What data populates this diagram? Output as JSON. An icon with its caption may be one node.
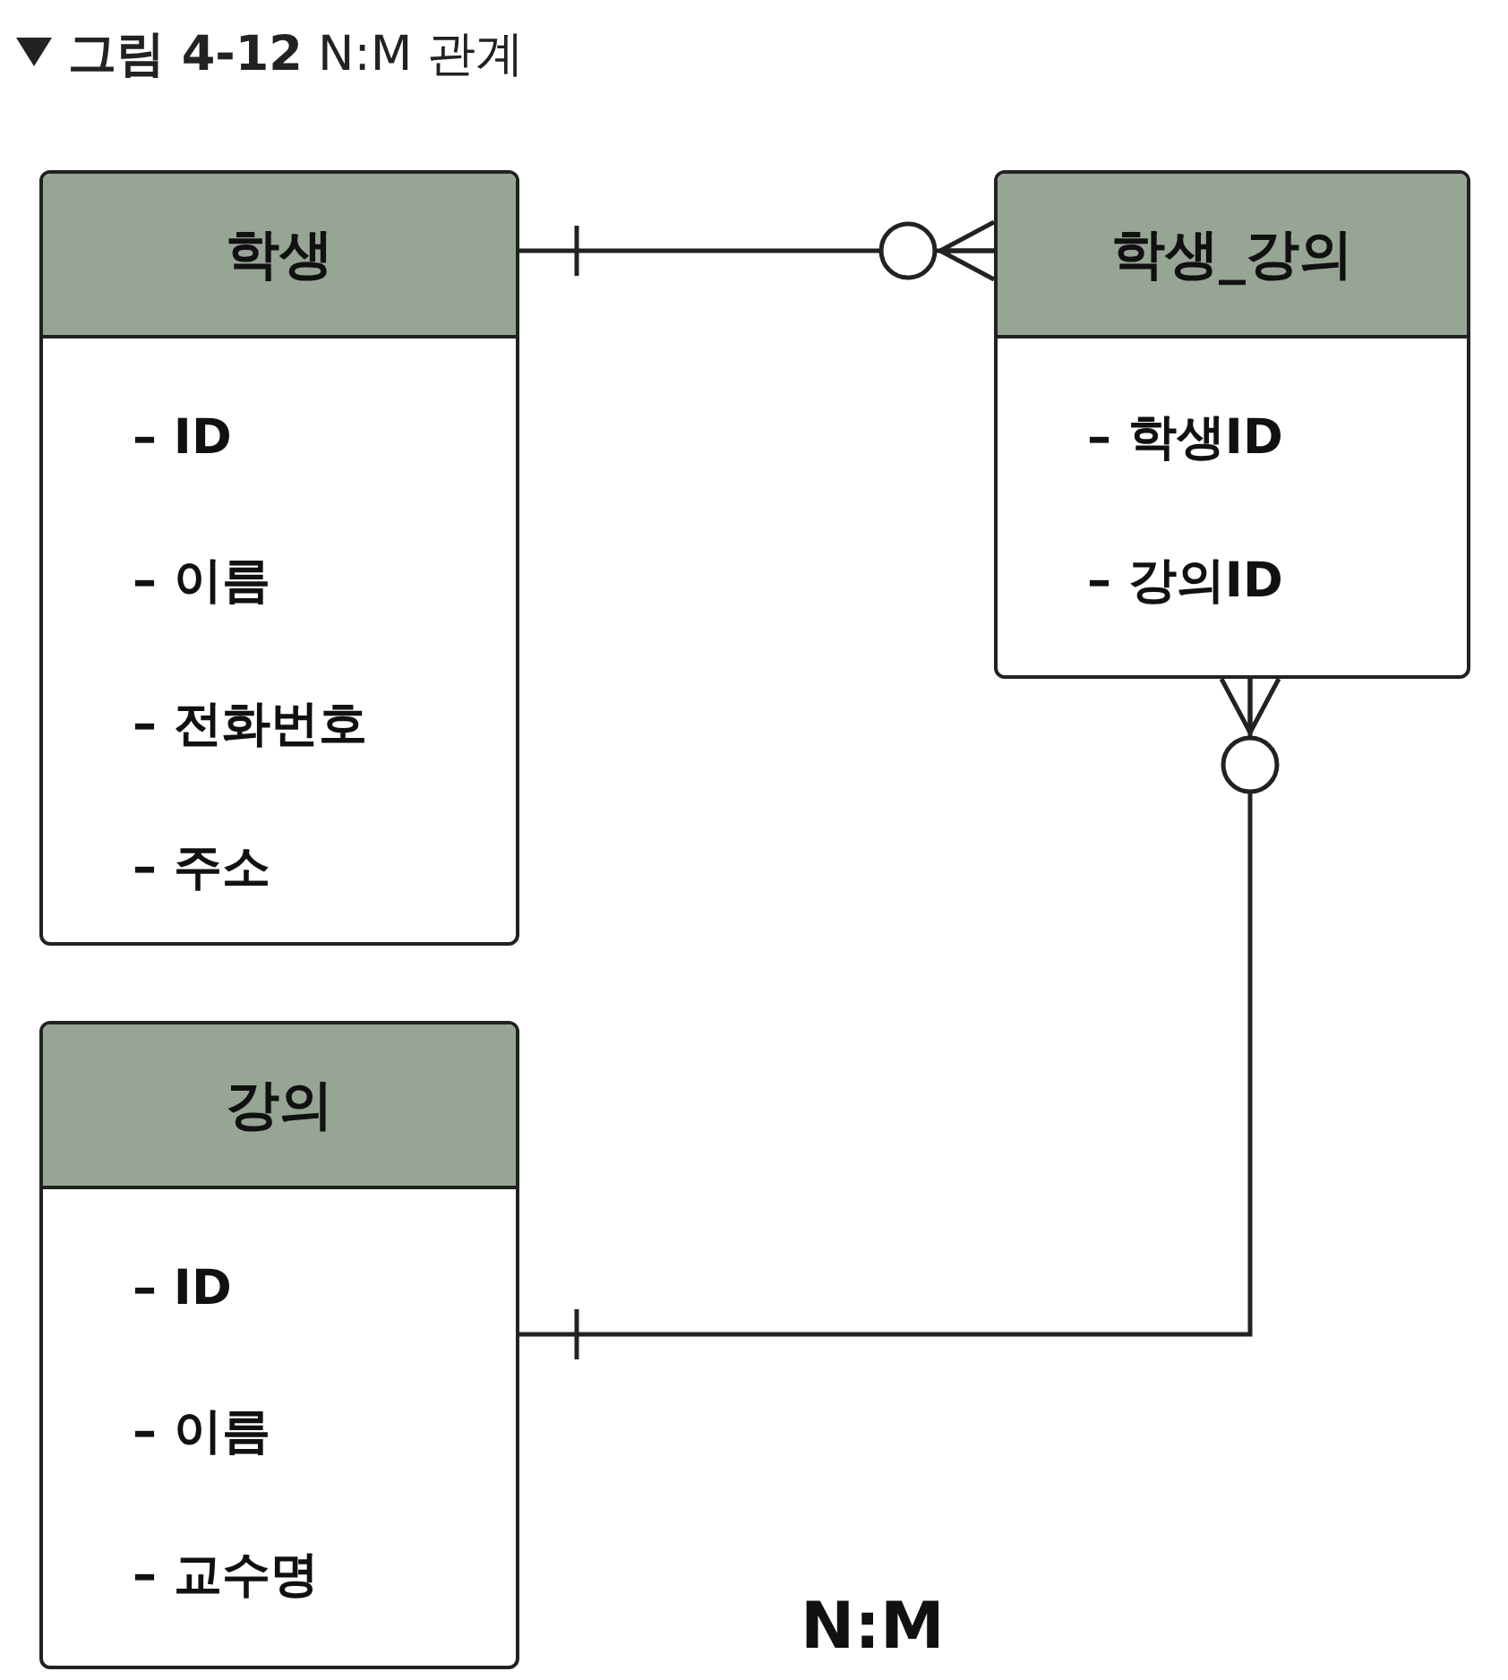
{
  "diagram": {
    "title": "**그림 4-12** N:M 관계",
    "nodes": [
      {
        "text": [
          "학생",
          "– ID",
          "– 이름",
          "– 전화번호",
          "– 주소"
        ]
      },
      {
        "text": [
          "학생_강의",
          "– 학생ID",
          "– 강의ID"
        ]
      },
      {
        "text": [
          "강의",
          "– ID",
          "– 이름",
          "– 교수명"
        ]
      }
    ],
    "edges": [
      {
        "from": 0,
        "to": 1,
        "arrow": "other"
      },
      {
        "from": 2,
        "to": 1,
        "arrow": "other"
      }
    ],
    "labels": [
      "N:M"
    ]
  }
}
